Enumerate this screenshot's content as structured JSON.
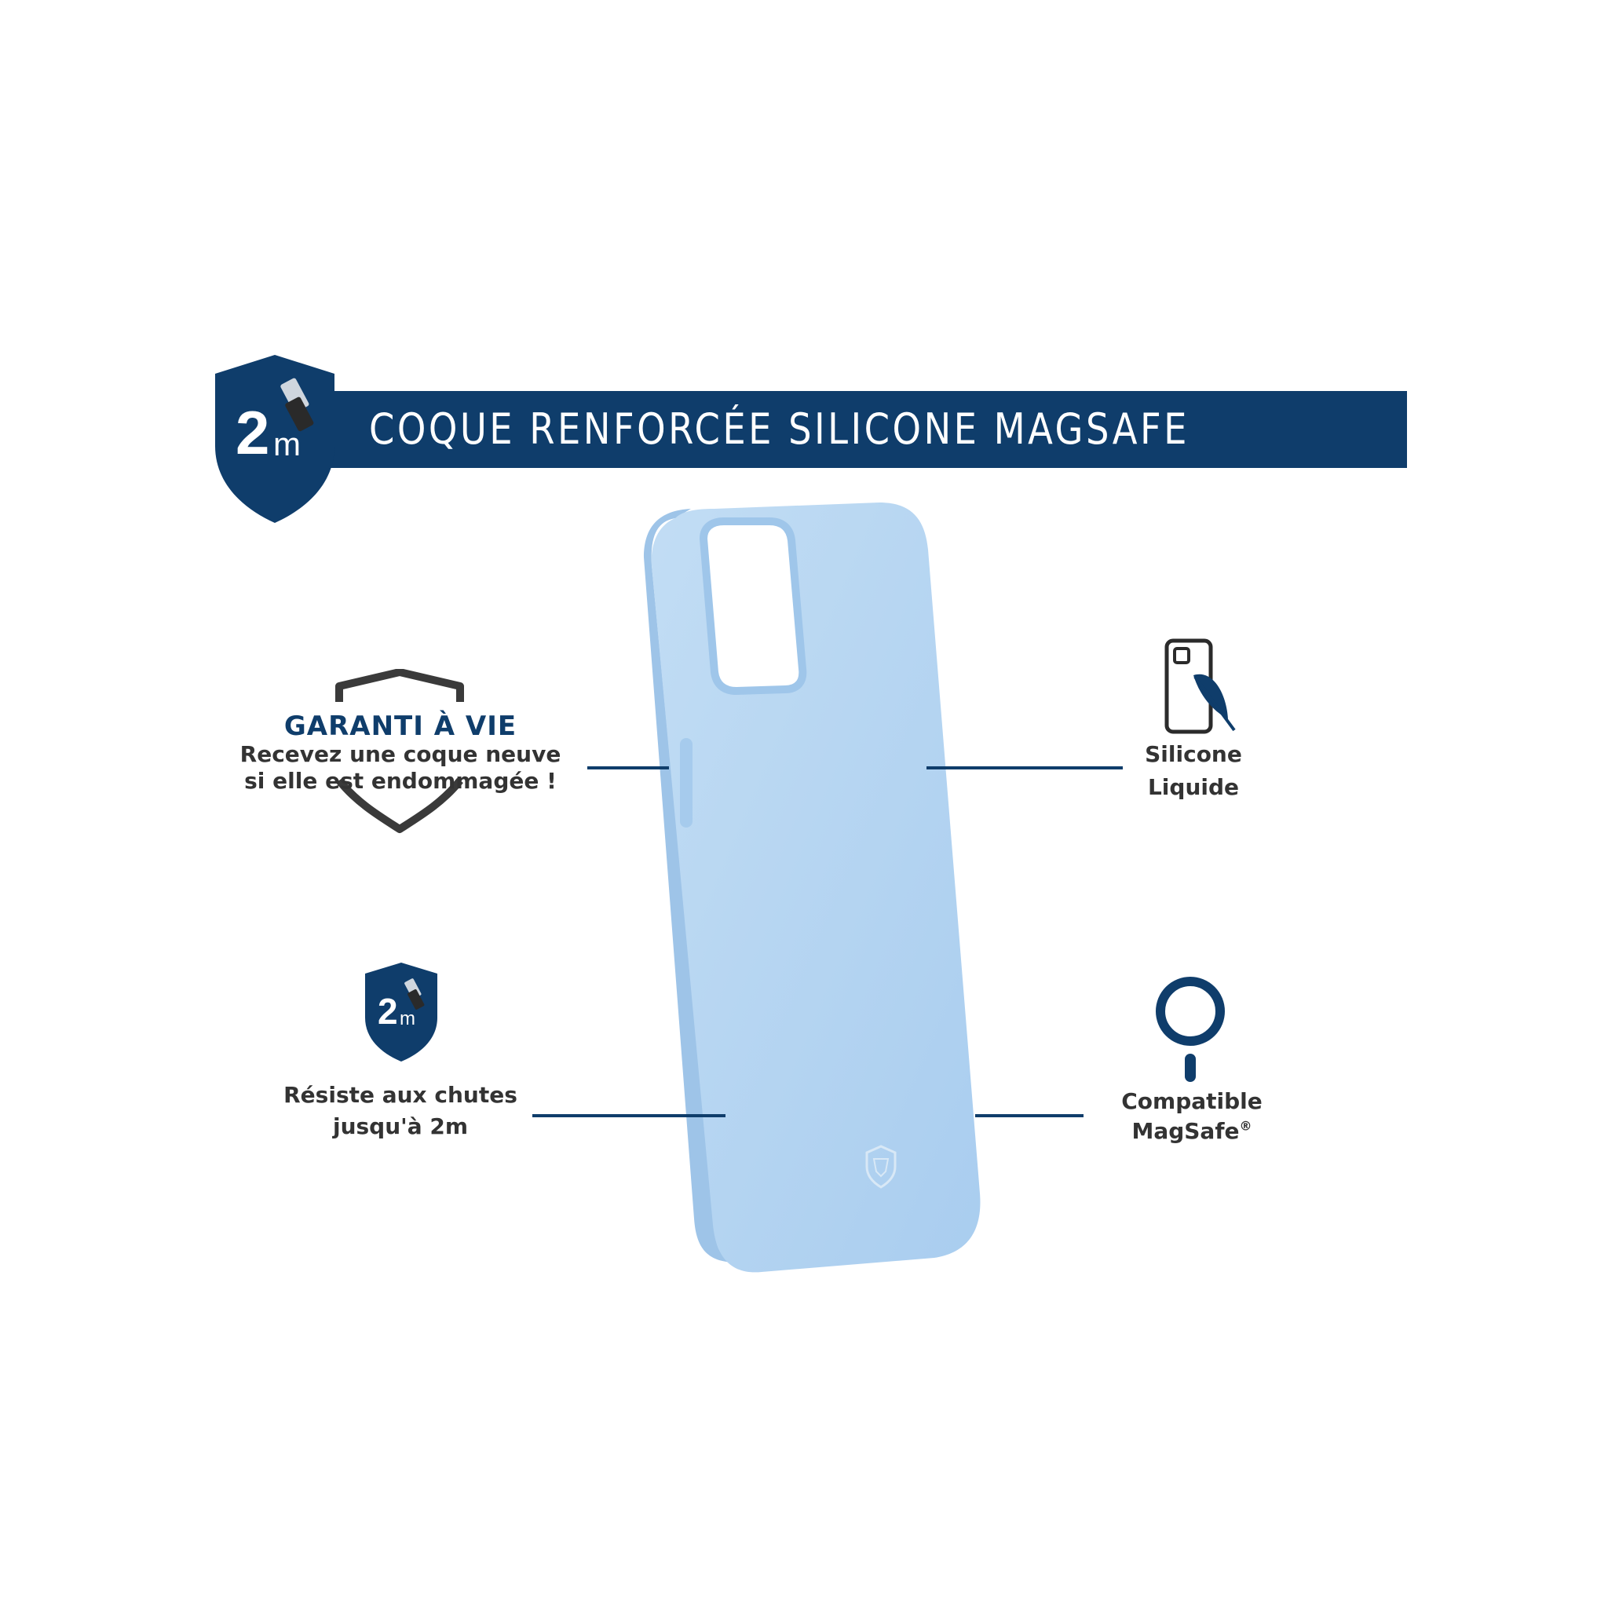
{
  "header": {
    "title": "COQUE RENFORCÉE SILICONE MAGSAFE",
    "badge_number": "2",
    "badge_unit": "m"
  },
  "features": {
    "guarantee": {
      "title": "GARANTI À VIE",
      "line1": "Recevez une coque neuve",
      "line2": "si elle est endommagée !"
    },
    "silicone": {
      "line1": "Silicone",
      "line2": "Liquide"
    },
    "drop": {
      "badge_number": "2",
      "badge_unit": "m",
      "line1": "Résiste aux chutes",
      "line2": "jusqu'à 2m"
    },
    "magsafe": {
      "line1": "Compatible",
      "line2": "MagSafe",
      "registered": "®"
    }
  },
  "colors": {
    "navy": "#0f3d6b",
    "case_blue": "#b6d6f2",
    "text_gray": "#333333"
  },
  "icons": [
    "shield-2m-icon",
    "shield-outline-icon",
    "phone-feather-icon",
    "magsafe-ring-icon",
    "brand-shield-icon"
  ]
}
